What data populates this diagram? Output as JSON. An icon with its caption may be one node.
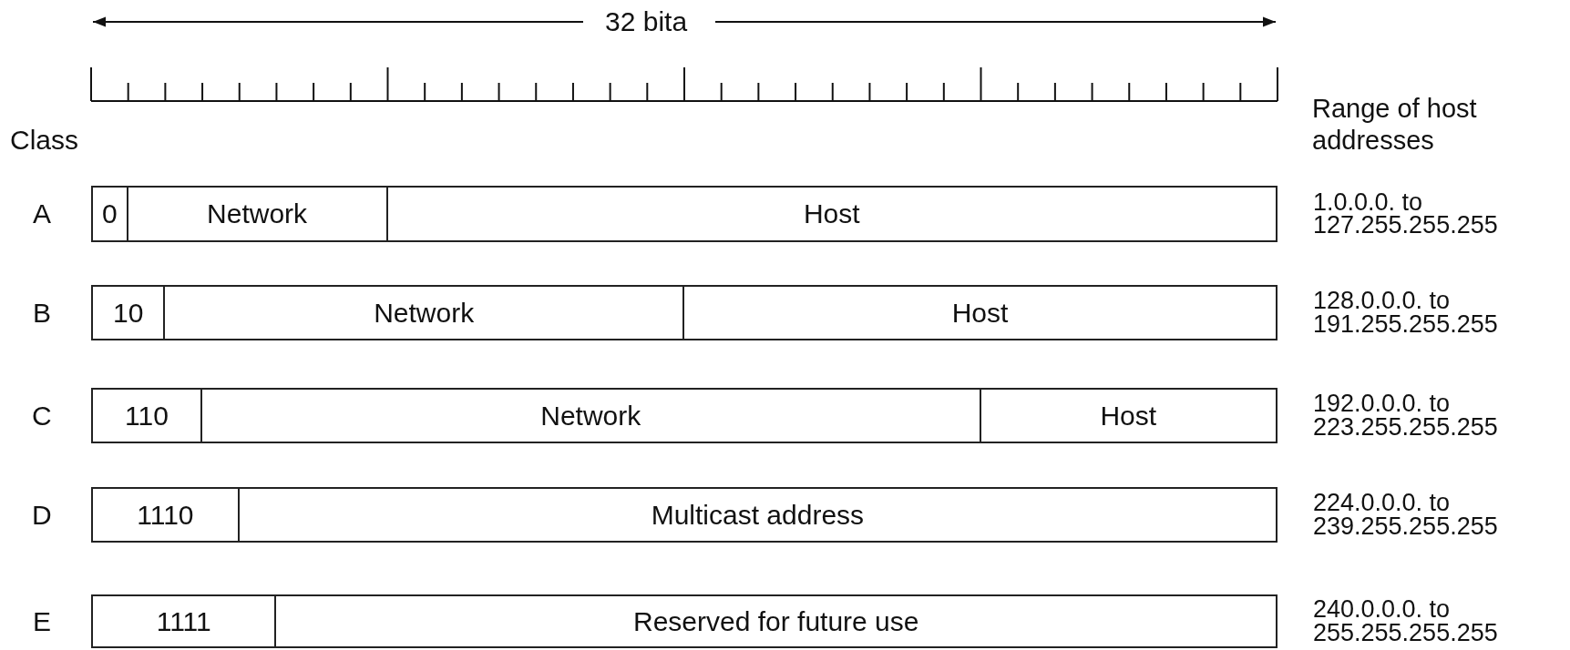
{
  "diagram": {
    "nodes": [
      {
        "text": [
          "0"
        ]
      },
      {
        "text": [
          "Network"
        ]
      },
      {
        "text": [
          "Host"
        ]
      },
      {
        "text": [
          "10"
        ]
      },
      {
        "text": [
          "Network"
        ]
      },
      {
        "text": [
          "Host"
        ]
      },
      {
        "text": [
          "110"
        ]
      },
      {
        "text": [
          "Network"
        ]
      },
      {
        "text": [
          "Host"
        ]
      },
      {
        "text": [
          "1110"
        ]
      },
      {
        "text": [
          "Multicast address"
        ]
      },
      {
        "text": [
          "1111"
        ]
      },
      {
        "text": [
          "Reserved for future use"
        ]
      }
    ],
    "labels": [
      "32 bita",
      "Range of host addresses",
      "Class",
      "A",
      "1.0.0.0. to 127.255.255.255",
      "B",
      "128.0.0.0. to 191.255.255.255",
      "C",
      "192.0.0.0. to 223.255.255.255",
      "D",
      "224.0.0.0. to 239.255.255.255",
      "E",
      "240.0.0.0. to 255.255.255.255"
    ]
  }
}
